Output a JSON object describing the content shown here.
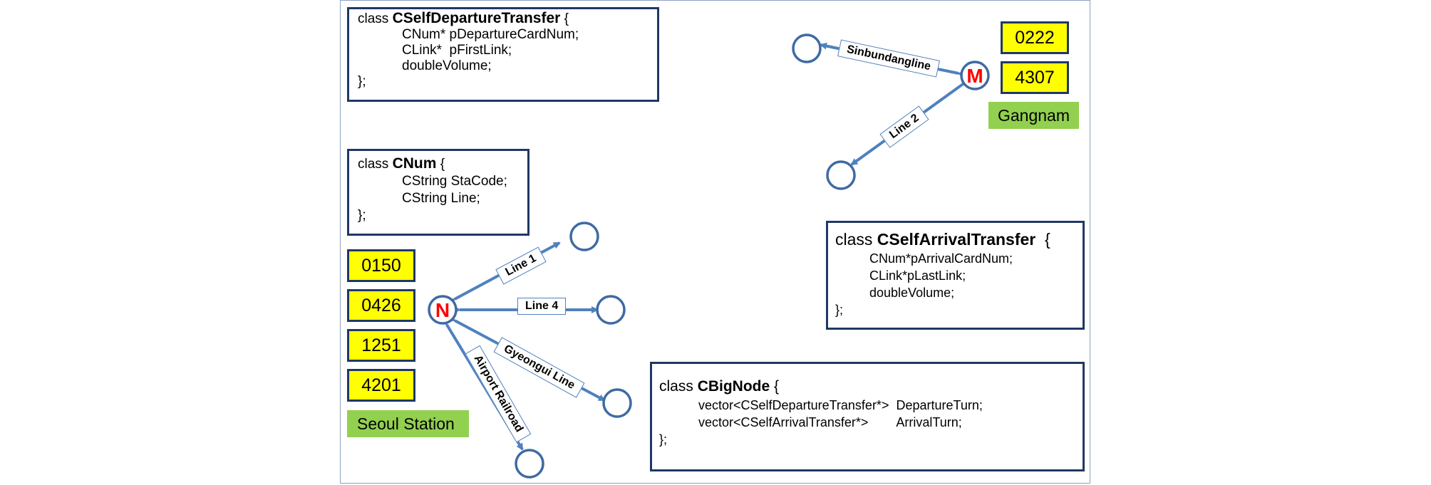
{
  "classes": {
    "departure": {
      "prefix": "class ",
      "name": "CSelfDepartureTransfer",
      "open": " {",
      "fields": [
        "CNum* pDepartureCardNum;",
        "CLink*  pFirstLink;",
        "doubleVolume;"
      ],
      "close": "};"
    },
    "cnum": {
      "prefix": "class ",
      "name": "CNum",
      "open": " {",
      "fields": [
        "CString StaCode;",
        "CString Line;"
      ],
      "close": "};"
    },
    "arrival": {
      "prefix": "class ",
      "name": "CSelfArrivalTransfer",
      "open": "  {",
      "fields": [
        "CNum*pArrivalCardNum;",
        "CLink*pLastLink;",
        "doubleVolume;"
      ],
      "close": "};"
    },
    "bignode": {
      "prefix": "class ",
      "name": "CBigNode",
      "open": " {",
      "fields": [
        "vector<CSelfDepartureTransfer*>  DepartureTurn;",
        "vector<CSelfArrivalTransfer*>        ArrivalTurn;"
      ],
      "close": "};"
    }
  },
  "seoul": {
    "codes": [
      "0150",
      "0426",
      "1251",
      "4201"
    ],
    "station_name": "Seoul Station",
    "node_letter": "N",
    "edges": [
      "Line 1",
      "Line 4",
      "Gyeongui Line",
      "Airport Railroad"
    ]
  },
  "gangnam": {
    "codes": [
      "0222",
      "4307"
    ],
    "station_name": "Gangnam",
    "node_letter": "M",
    "edges": [
      "Sinbundangline",
      "Line 2"
    ]
  },
  "colors": {
    "box_border": "#1f3864",
    "code_highlight": "#ffff00",
    "station_label": "#92d050",
    "edge": "#4f81bd",
    "node_letter": "#ff0000"
  }
}
